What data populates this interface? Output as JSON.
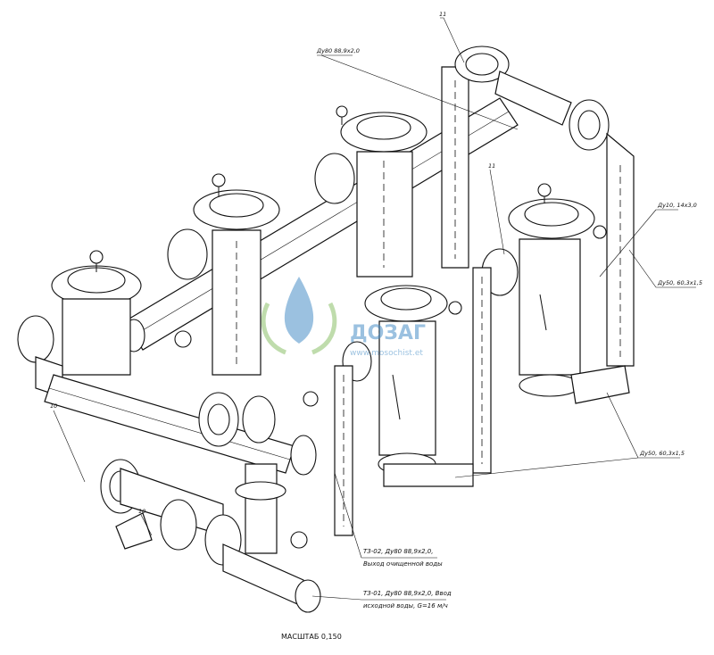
{
  "callouts": {
    "pipe_dn80_top": "Ду80 88,9х2,0",
    "item_11_top": "11",
    "item_11_right": "11",
    "pipe_dn10": "Ду10, 14х3,0",
    "pipe_dn50_right": "Ду50, 60,3х1,5",
    "pipe_dn50_bottom": "Ду50, 60,3х1,5",
    "item_10_left": "10",
    "item_10_bottom": "10",
    "t3_02_line1": "Т3-02, Ду80 88,9х2,0,",
    "t3_02_line2": "Выход очищенной воды",
    "t3_01_line1": "Т3-01, Ду80 88,9х2,0, Ввод",
    "t3_01_line2": "исходной воды, G=16 м/ч"
  },
  "scale_label": "МАСШТАБ 0,150",
  "watermark": {
    "brand": "ДОЗАГ",
    "url": "www.mosochist.et"
  },
  "colors": {
    "ink": "#111111",
    "watermark_blue": "#4a90c8",
    "watermark_green": "#8cc06a"
  }
}
